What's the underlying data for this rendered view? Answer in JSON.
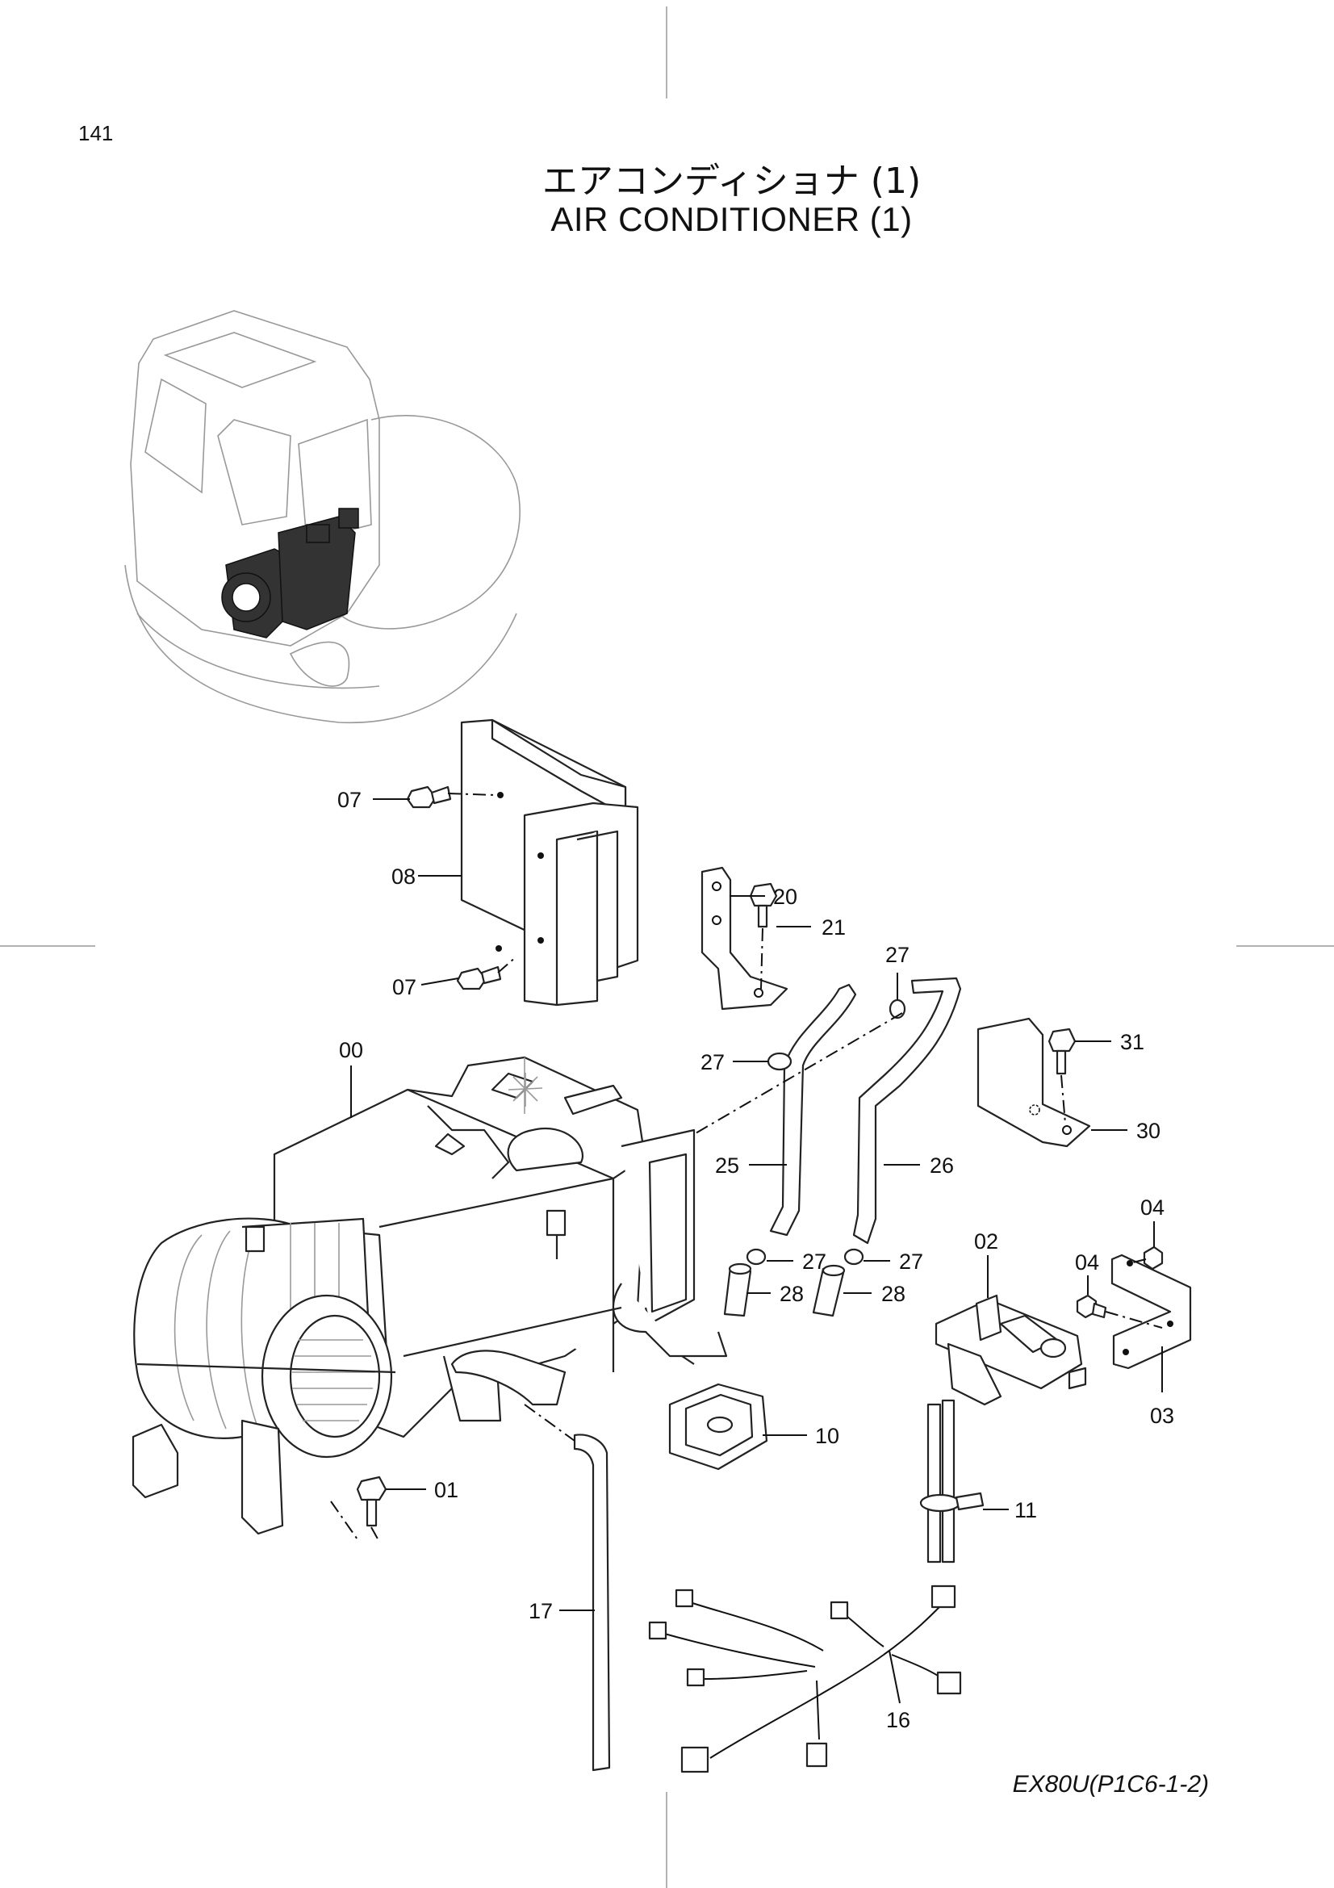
{
  "page": {
    "number": "141"
  },
  "title": {
    "japanese": "エアコンディショナ (1)",
    "english": "AIR CONDITIONER  (1)"
  },
  "footer": {
    "code": "EX80U(P1C6-1-2)"
  },
  "callouts": [
    {
      "id": "cl-07a",
      "text": "07"
    },
    {
      "id": "cl-08",
      "text": "08"
    },
    {
      "id": "cl-07b",
      "text": "07"
    },
    {
      "id": "cl-20",
      "text": "20"
    },
    {
      "id": "cl-21",
      "text": "21"
    },
    {
      "id": "cl-27a",
      "text": "27"
    },
    {
      "id": "cl-00",
      "text": "00"
    },
    {
      "id": "cl-27b",
      "text": "27"
    },
    {
      "id": "cl-31",
      "text": "31"
    },
    {
      "id": "cl-30",
      "text": "30"
    },
    {
      "id": "cl-25",
      "text": "25"
    },
    {
      "id": "cl-26",
      "text": "26"
    },
    {
      "id": "cl-04a",
      "text": "04"
    },
    {
      "id": "cl-02",
      "text": "02"
    },
    {
      "id": "cl-04b",
      "text": "04"
    },
    {
      "id": "cl-27c",
      "text": "27"
    },
    {
      "id": "cl-27d",
      "text": "27"
    },
    {
      "id": "cl-28a",
      "text": "28"
    },
    {
      "id": "cl-28b",
      "text": "28"
    },
    {
      "id": "cl-03",
      "text": "03"
    },
    {
      "id": "cl-10",
      "text": "10"
    },
    {
      "id": "cl-01",
      "text": "01"
    },
    {
      "id": "cl-11",
      "text": "11"
    },
    {
      "id": "cl-17",
      "text": "17"
    },
    {
      "id": "cl-16",
      "text": "16"
    }
  ]
}
